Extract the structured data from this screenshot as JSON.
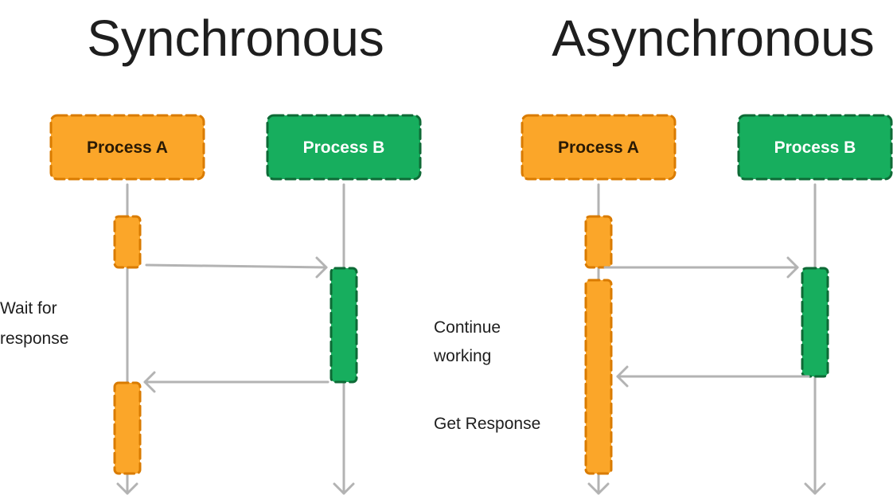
{
  "colors": {
    "process_a_fill": "#FBA629",
    "process_a_stroke": "#D97B00",
    "process_a_text": "#2a1a05",
    "process_b_fill": "#17AE5E",
    "process_b_stroke": "#0E6A36",
    "process_b_text": "#ffffff",
    "line": "#B3B3B3",
    "text": "#1E1E1E"
  },
  "sync": {
    "title": "Synchronous",
    "process_a": "Process A",
    "process_b": "Process B",
    "note": [
      "Wait for",
      "response"
    ]
  },
  "async": {
    "title": "Asynchronous",
    "process_a": "Process A",
    "process_b": "Process B",
    "note_continue": [
      "Continue",
      "working"
    ],
    "note_response": "Get Response"
  }
}
